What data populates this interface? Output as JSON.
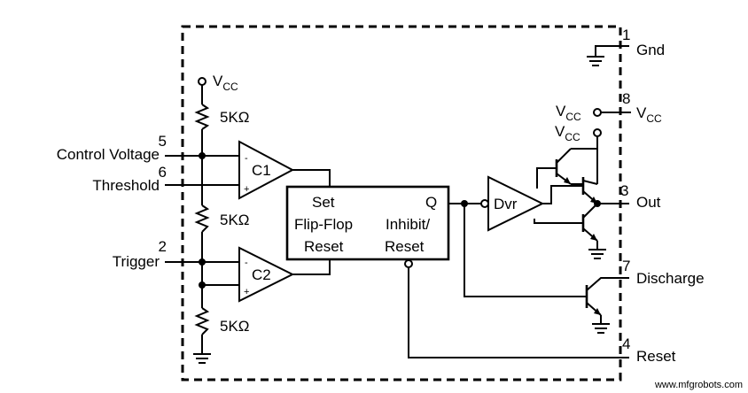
{
  "pins": {
    "gnd": {
      "number": "1",
      "label": "Gnd"
    },
    "trigger": {
      "number": "2",
      "label": "Trigger"
    },
    "out": {
      "number": "3",
      "label": "Out"
    },
    "reset": {
      "number": "4",
      "label": "Reset"
    },
    "control": {
      "number": "5",
      "label": "Control Voltage"
    },
    "threshold": {
      "number": "6",
      "label": "Threshold"
    },
    "discharge": {
      "number": "7",
      "label": "Discharge"
    },
    "vcc": {
      "number": "8",
      "label": "V",
      "label_sub": "CC"
    }
  },
  "supply": {
    "label": "V",
    "sub": "CC"
  },
  "resistors": [
    "5KΩ",
    "5KΩ",
    "5KΩ"
  ],
  "comparators": [
    "C1",
    "C2"
  ],
  "flipflop": {
    "set": "Set",
    "name": "Flip-Flop",
    "reset": "Reset",
    "q": "Q",
    "inhibit": "Inhibit/",
    "inhibit_reset": "Reset"
  },
  "driver": "Dvr",
  "minus": "-",
  "plus": "+",
  "watermark": "www.mfgrobots.com"
}
